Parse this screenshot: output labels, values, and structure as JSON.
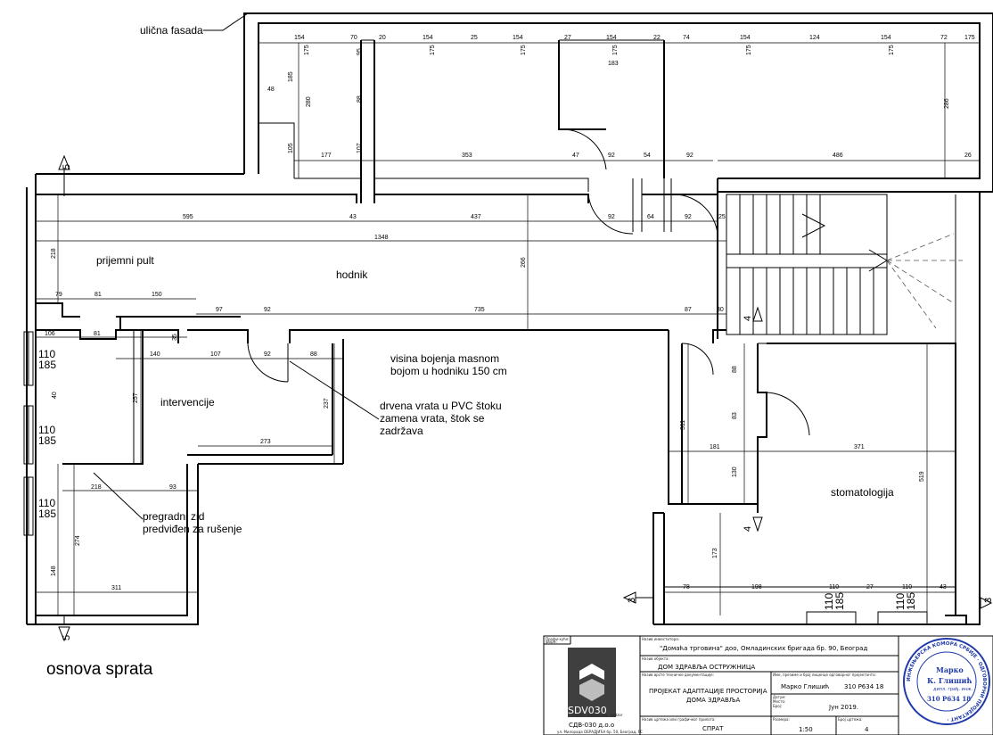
{
  "labels": {
    "facade": "ulična fasada",
    "reception": "prijemni pult",
    "corridor": "hodnik",
    "paint_note_1": "visina bojenja masnom",
    "paint_note_2": "bojom u hodniku 150 cm",
    "door_note_1": "drvena vrata u PVC štoku",
    "door_note_2": "zamena vrata, štok se",
    "door_note_3": "zadržava",
    "intervention": "intervencije",
    "partition_1": "pregradni zid",
    "partition_2": "predviđen za rušenje",
    "dental": "stomatologija",
    "floor_plan": "osnova sprata"
  },
  "sections": [
    "5",
    "5",
    "4",
    "4",
    "3",
    "3"
  ],
  "dimensions": {
    "top": [
      "154",
      "70",
      "20",
      "154",
      "25",
      "154",
      "27",
      "154",
      "22",
      "74",
      "154",
      "124",
      "154",
      "72",
      "175"
    ],
    "windows_h": [
      "175",
      "175",
      "175",
      "175",
      "175",
      "175"
    ],
    "upper": [
      "48",
      "185",
      "280",
      "88",
      "95",
      "183",
      "286",
      "105",
      "177",
      "107",
      "353",
      "47",
      "92",
      "54",
      "92",
      "486",
      "26"
    ],
    "corridor_row": [
      "595",
      "43",
      "437",
      "92",
      "64",
      "92",
      "25",
      "1348",
      "218",
      "266"
    ],
    "middle": [
      "79",
      "81",
      "150",
      "97",
      "92",
      "735",
      "87",
      "30",
      "106",
      "81",
      "35",
      "140",
      "107",
      "92",
      "88"
    ],
    "left_windows": [
      "110",
      "185",
      "110",
      "185",
      "110",
      "185"
    ],
    "rooms": [
      "40",
      "257",
      "273",
      "237",
      "218",
      "93",
      "274",
      "148",
      "311"
    ],
    "right": [
      "88",
      "83",
      "311",
      "181",
      "371",
      "130",
      "519",
      "173",
      "78",
      "198",
      "110",
      "27",
      "110",
      "43",
      "110",
      "185",
      "110",
      "185"
    ]
  },
  "title_block": {
    "h_prof": "Профи-куће:",
    "h_firm": "фирм:",
    "h_investor": "Назив инвеститора:",
    "investor": "\"Домаћа трговина\" доо, Омладинских бригада бр. 90, Београд",
    "h_object": "Назив објекта:",
    "object": "ДОМ ЗДРАВЉА ОСТРУЖНИЦА",
    "h_docs": "Назив врсте техничке документације:",
    "project_1": "ПРОЈЕКАТ АДАПТАЦИЈЕ ПРОСТОРИЈА",
    "project_2": "ДОМА ЗДРАВЉА",
    "h_responsible": "Име, презиме и број лиценце одговорног пројектанта:",
    "responsible": "Марко Глишић",
    "license": "310 Р634 18",
    "h_date": "Датум:",
    "h_place": "Место:",
    "h_number": "Број:",
    "date": "Јун 2019.",
    "h_drawing": "Назив цртежа или графичког прилога:",
    "drawing": "СПРАТ",
    "h_scale": "Размера:",
    "scale": "1:50",
    "h_sheet": "Број цртежа:",
    "sheet": "4",
    "company": "СДВ-030 д.о.о",
    "company_addr": "ул. Милорада ОБРАДЈИЋА бр. 50, Београд, РС",
    "logo_text": "SDV030",
    "logo_sub": "projekt · inženjering · nadzor"
  },
  "stamp": {
    "ring": "ИНЖЕЊЕРСКА КОМОРА СРБИЈЕ · ОДГОВОРНИ ПРОЈЕКТАНТ ·",
    "name_1": "Марко",
    "name_2": "К. Глишић",
    "title": "дипл. грађ. инж.",
    "number": "310 Р634 18"
  },
  "colors": {
    "stamp": "#1f3aa8",
    "ink": "#000000"
  }
}
